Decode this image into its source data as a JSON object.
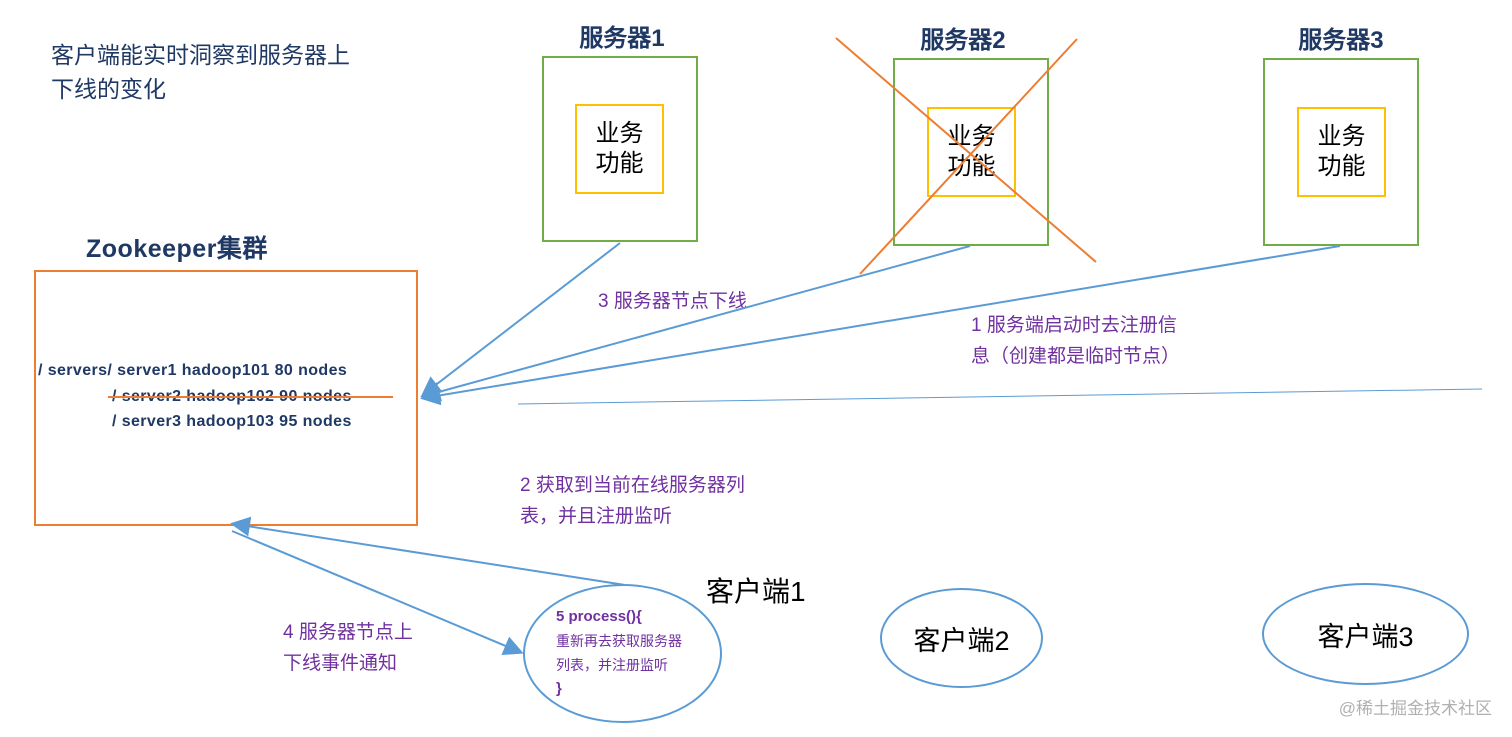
{
  "intro_text": "客户端能实时洞察到服务器上下线的变化",
  "servers": [
    {
      "title": "服务器1",
      "func_line1": "业务",
      "func_line2": "功能"
    },
    {
      "title": "服务器2",
      "func_line1": "业务",
      "func_line2": "功能"
    },
    {
      "title": "服务器3",
      "func_line1": "业务",
      "func_line2": "功能"
    }
  ],
  "zookeeper": {
    "title": "Zookeeper集群",
    "nodes": [
      "/ servers/ server1 hadoop101 80 nodes",
      "/ server2 hadoop102  90 nodes",
      "/ server3 hadoop103  95 nodes"
    ]
  },
  "steps": {
    "step1_line1": "1  服务端启动时去注册信",
    "step1_line2": "息（创建都是临时节点）",
    "step2_line1": "2  获取到当前在线服务器列",
    "step2_line2": "表，并且注册监听",
    "step3": "3  服务器节点下线",
    "step4_line1": "4  服务器节点上",
    "step4_line2": "下线事件通知"
  },
  "clients": {
    "client1_label": "客户端1",
    "client2_label": "客户端2",
    "client3_label": "客户端3",
    "process_line1": "5 process(){",
    "process_line2": "重新再去获取服务器",
    "process_line3": "列表，并注册监听",
    "process_line4": "}"
  },
  "watermark": "@稀土掘金技术社区",
  "colors": {
    "server_border": "#70ad47",
    "func_border": "#ffc000",
    "zk_border": "#ed7d31",
    "arrow": "#5b9bd5",
    "step_text": "#7030a0",
    "title_text": "#1f3864"
  }
}
